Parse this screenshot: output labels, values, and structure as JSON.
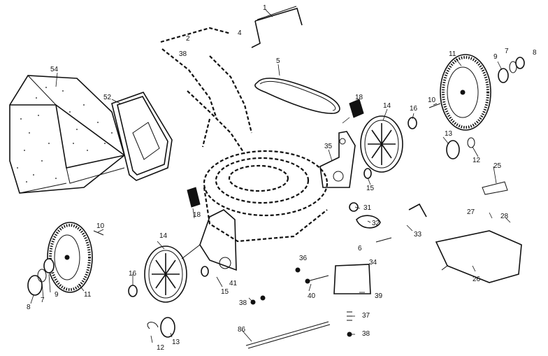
{
  "diagram": {
    "part_labels": [
      {
        "id": "1",
        "text": "1"
      },
      {
        "id": "2",
        "text": "2"
      },
      {
        "id": "4",
        "text": "4"
      },
      {
        "id": "5",
        "text": "5"
      },
      {
        "id": "6",
        "text": "6"
      },
      {
        "id": "7a",
        "text": "7"
      },
      {
        "id": "7b",
        "text": "7"
      },
      {
        "id": "8a",
        "text": "8"
      },
      {
        "id": "8b",
        "text": "8"
      },
      {
        "id": "9a",
        "text": "9"
      },
      {
        "id": "9b",
        "text": "9"
      },
      {
        "id": "10a",
        "text": "10"
      },
      {
        "id": "10b",
        "text": "10"
      },
      {
        "id": "11a",
        "text": "11"
      },
      {
        "id": "11b",
        "text": "11"
      },
      {
        "id": "12a",
        "text": "12"
      },
      {
        "id": "12b",
        "text": "12"
      },
      {
        "id": "13a",
        "text": "13"
      },
      {
        "id": "13b",
        "text": "13"
      },
      {
        "id": "14a",
        "text": "14"
      },
      {
        "id": "14b",
        "text": "14"
      },
      {
        "id": "15a",
        "text": "15"
      },
      {
        "id": "15b",
        "text": "15"
      },
      {
        "id": "16a",
        "text": "16"
      },
      {
        "id": "16b",
        "text": "16"
      },
      {
        "id": "18a",
        "text": "18"
      },
      {
        "id": "18b",
        "text": "18"
      },
      {
        "id": "25",
        "text": "25"
      },
      {
        "id": "26",
        "text": "26"
      },
      {
        "id": "27",
        "text": "27"
      },
      {
        "id": "28",
        "text": "28"
      },
      {
        "id": "31",
        "text": "31"
      },
      {
        "id": "32",
        "text": "32"
      },
      {
        "id": "33",
        "text": "33"
      },
      {
        "id": "34",
        "text": "34"
      },
      {
        "id": "35",
        "text": "35"
      },
      {
        "id": "36",
        "text": "36"
      },
      {
        "id": "37",
        "text": "37"
      },
      {
        "id": "38a",
        "text": "38"
      },
      {
        "id": "38b",
        "text": "38"
      },
      {
        "id": "38c",
        "text": "38"
      },
      {
        "id": "39",
        "text": "39"
      },
      {
        "id": "40",
        "text": "40"
      },
      {
        "id": "41",
        "text": "41"
      },
      {
        "id": "52",
        "text": "52"
      },
      {
        "id": "54",
        "text": "54"
      },
      {
        "id": "86",
        "text": "86"
      }
    ]
  }
}
